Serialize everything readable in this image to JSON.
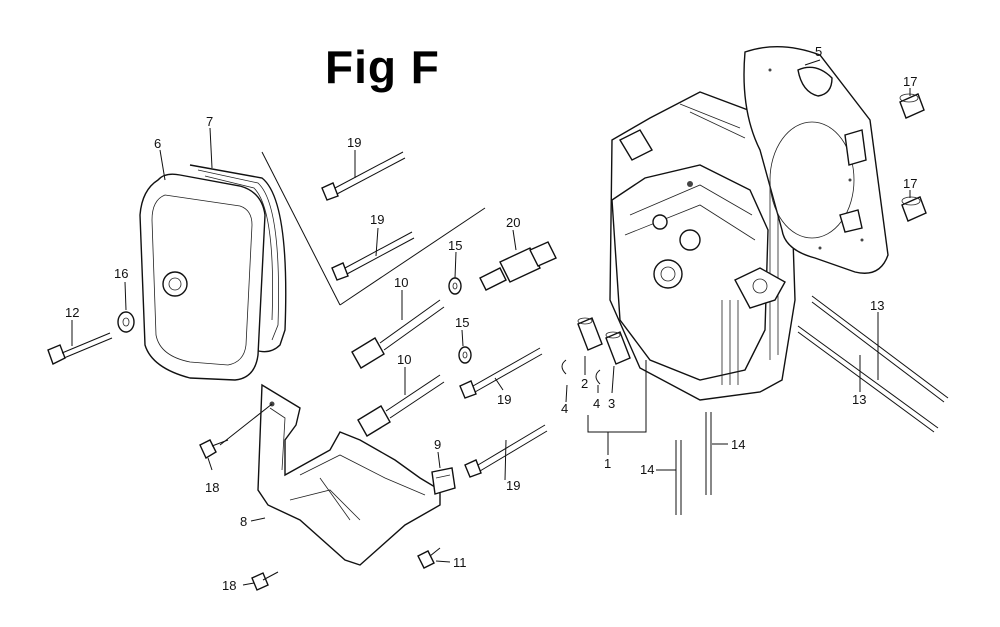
{
  "figure": {
    "title": "Fig F"
  },
  "callouts": {
    "c1": "1",
    "c2": "2",
    "c3": "3",
    "c4a": "4",
    "c4b": "4",
    "c5": "5",
    "c6": "6",
    "c7": "7",
    "c8": "8",
    "c9": "9",
    "c10a": "10",
    "c10b": "10",
    "c11": "11",
    "c12": "12",
    "c13a": "13",
    "c13b": "13",
    "c14a": "14",
    "c14b": "14",
    "c15a": "15",
    "c15b": "15",
    "c16": "16",
    "c17a": "17",
    "c17b": "17",
    "c18a": "18",
    "c18b": "18",
    "c19a": "19",
    "c19b": "19",
    "c19c": "19",
    "c19d": "19",
    "c20": "20"
  }
}
